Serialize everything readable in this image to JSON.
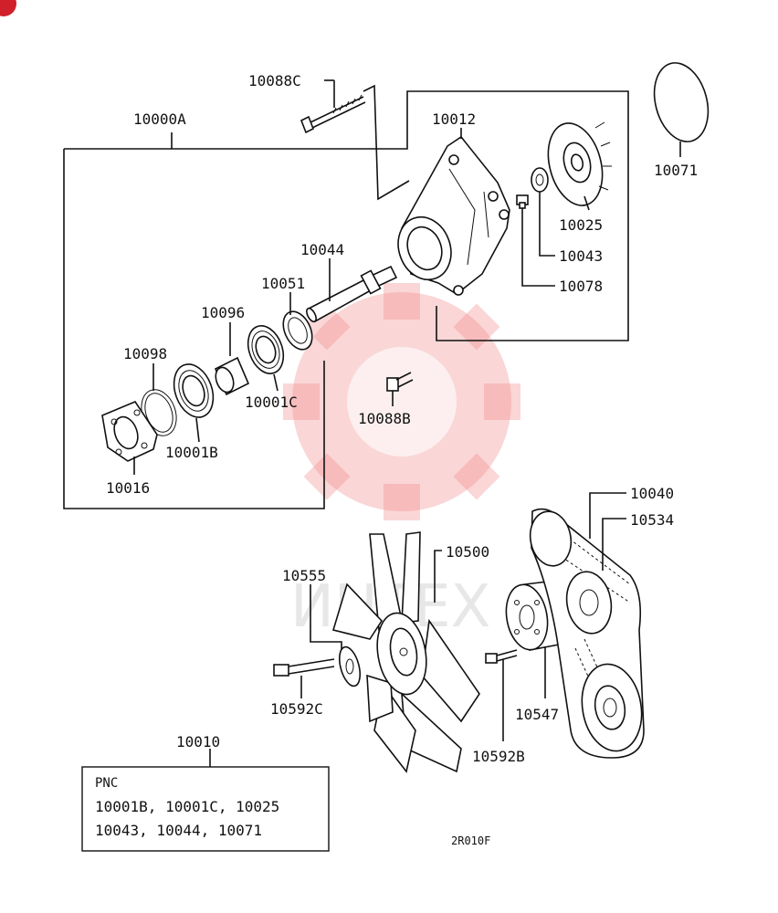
{
  "labels": {
    "p10088C": "10088C",
    "p10000A": "10000A",
    "p10012": "10012",
    "p10071": "10071",
    "p10025": "10025",
    "p10043": "10043",
    "p10078": "10078",
    "p10044": "10044",
    "p10051": "10051",
    "p10096": "10096",
    "p10098": "10098",
    "p10001C": "10001C",
    "p10088B": "10088B",
    "p10001B": "10001B",
    "p10016": "10016",
    "p10040": "10040",
    "p10534": "10534",
    "p10500": "10500",
    "p10555": "10555",
    "p10592C": "10592C",
    "p10547": "10547",
    "p10592B": "10592B",
    "p10010": "10010"
  },
  "pnc_box": {
    "heading": "PNC",
    "line1": "10001B, 10001C, 10025",
    "line2": "10043, 10044, 10071"
  },
  "figure_code": "2R010F",
  "watermark_text": "ИНТЕХ",
  "colors": {
    "ink": "#111111",
    "watermark": "#f08a8a"
  }
}
